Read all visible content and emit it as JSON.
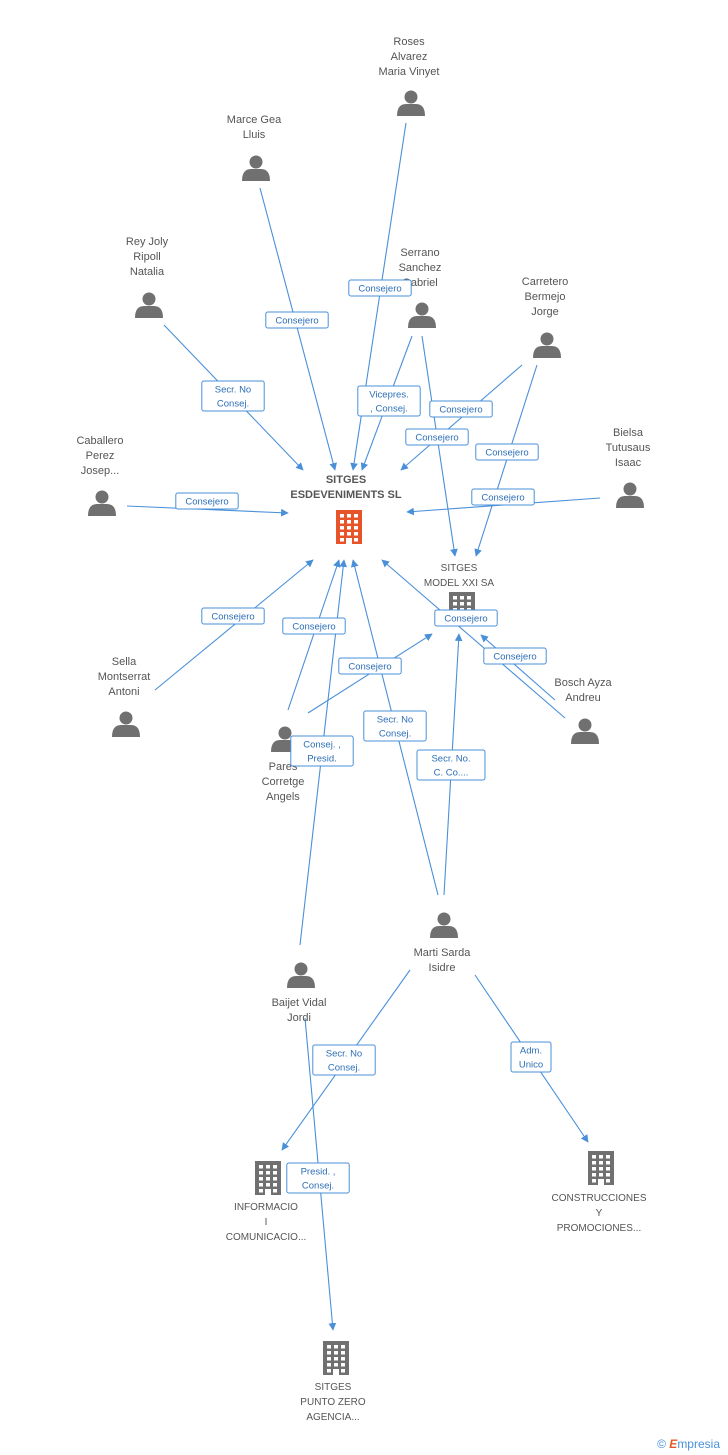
{
  "nodes": [
    {
      "id": "main",
      "type": "company",
      "main": true,
      "label": [
        "SITGES",
        "ESDEVENIMENTS SL"
      ]
    },
    {
      "id": "model",
      "type": "company",
      "label": [
        "SITGES",
        "MODEL XXI SA"
      ]
    },
    {
      "id": "info",
      "type": "company",
      "label": [
        "INFORMACIO",
        "I",
        "COMUNICACIO..."
      ]
    },
    {
      "id": "punto",
      "type": "company",
      "label": [
        "SITGES",
        "PUNTO ZERO",
        "AGENCIA..."
      ]
    },
    {
      "id": "constr",
      "type": "company",
      "label": [
        "CONSTRUCCIONES",
        "Y",
        "PROMOCIONES..."
      ]
    },
    {
      "id": "roses",
      "type": "person",
      "label": [
        "Roses",
        "Alvarez",
        "Maria Vinyet"
      ]
    },
    {
      "id": "marce",
      "type": "person",
      "label": [
        "Marce Gea",
        "Lluis"
      ]
    },
    {
      "id": "rey",
      "type": "person",
      "label": [
        "Rey Joly",
        "Ripoll",
        "Natalia"
      ]
    },
    {
      "id": "serrano",
      "type": "person",
      "label": [
        "Serrano",
        "Sanchez",
        "Gabriel"
      ]
    },
    {
      "id": "carretero",
      "type": "person",
      "label": [
        "Carretero",
        "Bermejo",
        "Jorge"
      ]
    },
    {
      "id": "caballero",
      "type": "person",
      "label": [
        "Caballero",
        "Perez",
        "Josep..."
      ]
    },
    {
      "id": "bielsa",
      "type": "person",
      "label": [
        "Bielsa",
        "Tutusaus",
        "Isaac"
      ]
    },
    {
      "id": "sella",
      "type": "person",
      "label": [
        "Sella",
        "Montserrat",
        "Antoni"
      ]
    },
    {
      "id": "bosch",
      "type": "person",
      "label": [
        "Bosch Ayza",
        "Andreu"
      ]
    },
    {
      "id": "pares",
      "type": "person",
      "label": [
        "Pares",
        "Corretge",
        "Angels"
      ]
    },
    {
      "id": "marti",
      "type": "person",
      "label": [
        "Marti Sarda",
        "Isidre"
      ]
    },
    {
      "id": "baijet",
      "type": "person",
      "label": [
        "Baijet Vidal",
        "Jordi"
      ]
    }
  ],
  "edges": [
    {
      "label": [
        "Consejero"
      ]
    },
    {
      "label": [
        "Consejero"
      ]
    },
    {
      "label": [
        "Secr.  No",
        "Consej."
      ]
    },
    {
      "label": [
        "Vicepres.",
        ", Consej."
      ]
    },
    {
      "label": [
        "Consejero"
      ]
    },
    {
      "label": [
        "Consejero"
      ]
    },
    {
      "label": [
        "Consejero"
      ]
    },
    {
      "label": [
        "Consejero"
      ]
    },
    {
      "label": [
        "Consejero"
      ]
    },
    {
      "label": [
        "Consejero"
      ]
    },
    {
      "label": [
        "Consejero"
      ]
    },
    {
      "label": [
        "Consejero"
      ]
    },
    {
      "label": [
        "Consejero"
      ]
    },
    {
      "label": [
        "Consejero"
      ]
    },
    {
      "label": [
        "Consej. ,",
        "Presid."
      ]
    },
    {
      "label": [
        "Secr.  No",
        "Consej."
      ]
    },
    {
      "label": [
        "Secr.  No.",
        "C. Co...."
      ]
    },
    {
      "label": [
        "Secr.  No",
        "Consej."
      ]
    },
    {
      "label": [
        "Adm.",
        "Unico"
      ]
    },
    {
      "label": [
        "Presid. ,",
        "Consej."
      ]
    }
  ],
  "footer": {
    "copyright": "©",
    "brand_e": "E",
    "brand_rest": "mpresia"
  },
  "colors": {
    "edge": "#4a90d9",
    "person": "#707070",
    "company": "#707070",
    "main_company": "#e8542a"
  }
}
